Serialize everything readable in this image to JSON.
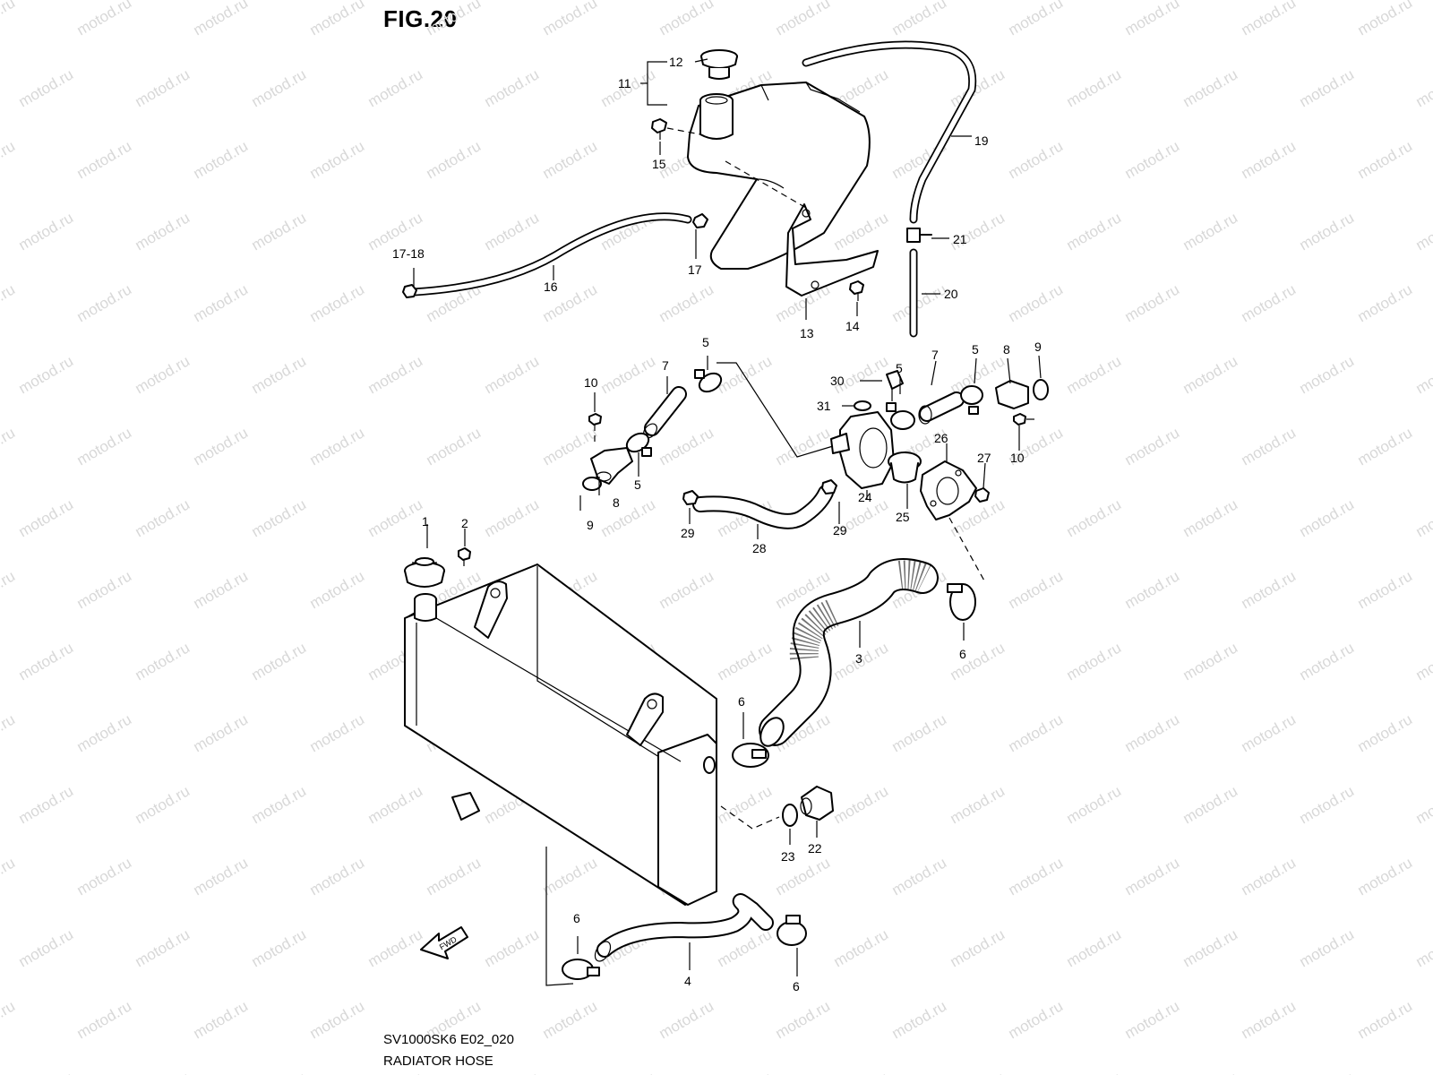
{
  "figure": {
    "title": "FIG.20",
    "model_code": "SV1000SK6 E02_020",
    "caption": "RADIATOR HOSE",
    "watermark": "motod.ru",
    "fwd_label": "FWD"
  },
  "callouts": {
    "c1": "1",
    "c2": "2",
    "c3": "3",
    "c4": "4",
    "c5a": "5",
    "c5b": "5",
    "c5c": "5",
    "c5d": "5",
    "c6a": "6",
    "c6b": "6",
    "c6c": "6",
    "c6d": "6",
    "c7a": "7",
    "c7b": "7",
    "c8a": "8",
    "c8b": "8",
    "c9a": "9",
    "c9b": "9",
    "c10a": "10",
    "c10b": "10",
    "c11": "11",
    "c12": "12",
    "c13": "13",
    "c14": "14",
    "c15": "15",
    "c16": "16",
    "c17": "17",
    "c17_18": "17-18",
    "c19": "19",
    "c20": "20",
    "c21": "21",
    "c22": "22",
    "c23": "23",
    "c24": "24",
    "c25": "25",
    "c26": "26",
    "c27": "27",
    "c28": "28",
    "c29a": "29",
    "c29b": "29",
    "c30": "30",
    "c31": "31"
  },
  "colors": {
    "line": "#000000",
    "watermark": "#d8d8d8",
    "background": "#ffffff"
  }
}
